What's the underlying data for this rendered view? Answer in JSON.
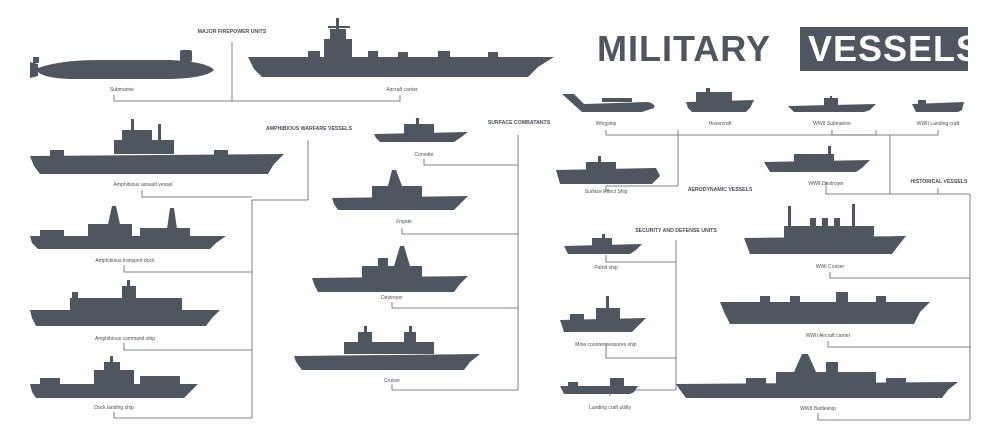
{
  "title": {
    "main": "MILITARY",
    "accent": "VESSELS"
  },
  "colors": {
    "ink": "#4f5660",
    "line": "#5a6068",
    "text": "#4a5058"
  },
  "stock_id": "749550776",
  "categories": {
    "major_firepower": "MAJOR FIREPOWER UNITS",
    "amphibious": "AMPHIBIOUS WARFARE VESSELS",
    "surface": "SURFACE COMBATANTS",
    "aerodynamic": "AERODYNAMIC VESSELS",
    "security": "SECURITY AND DEFENSE UNITS",
    "historical": "HISTORICAL VESSELS"
  },
  "vessels": {
    "submarine": "Submarine",
    "aircraft_carrier": "Aircraft carrier",
    "amphibious_assault": "Amphibious assault vessel",
    "amphibious_transport": "Amphibious transport dock",
    "amphibious_command": "Amphibious command ship",
    "dock_landing": "Dock landing ship",
    "corvette": "Corvette",
    "frigate": "Frigate",
    "destroyer": "Destroyer",
    "cruiser": "Cruiser",
    "wingship": "Wingship",
    "hovercraft": "Hovercraft",
    "surface_effect": "Surface Effect Ship",
    "patrol": "Patrol ship",
    "mine_countermeasures": "Mine countermeasures ship",
    "landing_craft_utility": "Landing craft utility",
    "wwii_submarine": "WWII Submarine",
    "wwii_landing_craft": "WWII Landing craft",
    "wwii_destroyer": "WWII Destroyer",
    "wwi_cruiser": "WWI Cruiser",
    "wwii_aircraft_carrier": "WWII Aircraft carrier",
    "wwii_battleship": "WWII Battleship"
  }
}
